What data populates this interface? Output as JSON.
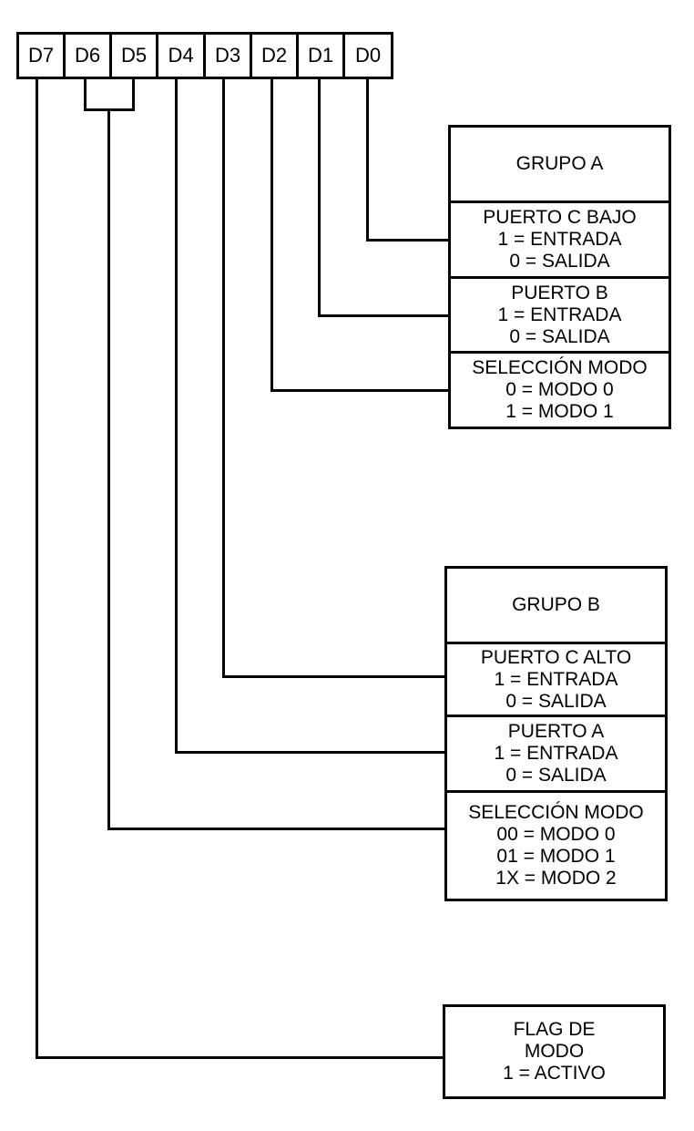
{
  "bits": [
    "D7",
    "D6",
    "D5",
    "D4",
    "D3",
    "D2",
    "D1",
    "D0"
  ],
  "group_a": {
    "title": "GRUPO A",
    "port_c_low": [
      "PUERTO C BAJO",
      "1 = ENTRADA",
      "0 = SALIDA"
    ],
    "port_b": [
      "PUERTO B",
      "1 = ENTRADA",
      "0 = SALIDA"
    ],
    "mode_select": [
      "SELECCIÓN MODO",
      "0 = MODO 0",
      "1 = MODO 1"
    ]
  },
  "group_b": {
    "title": "GRUPO B",
    "port_c_high": [
      "PUERTO C ALTO",
      "1 = ENTRADA",
      "0 = SALIDA"
    ],
    "port_a": [
      "PUERTO A",
      "1 = ENTRADA",
      "0 = SALIDA"
    ],
    "mode_select": [
      "SELECCIÓN MODO",
      "00 = MODO 0",
      "01 = MODO 1",
      "1X = MODO 2"
    ]
  },
  "mode_flag": [
    "FLAG DE",
    "MODO",
    "1 = ACTIVO"
  ]
}
